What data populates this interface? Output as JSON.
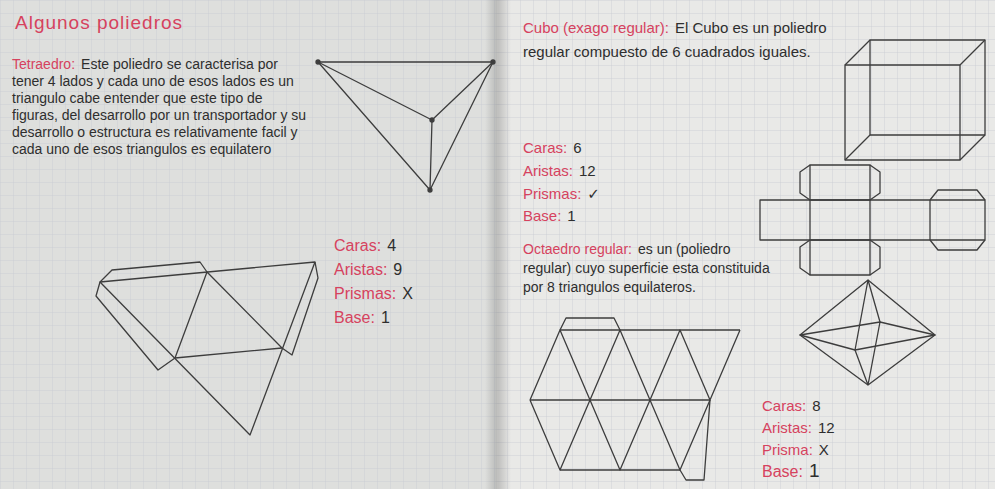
{
  "diagram": {
    "title": "Algunos poliedros",
    "labels": [
      "Tetraedro:",
      "Este poliedro se caracterisa por tener 4 lados y cada uno de esos lados es un triangulo cabe entender que este tipo de figuras, del desarrollo por un transportador y su desarrollo o estructura es relativamente facil y cada uno de esos triangulos es equilatero",
      "Caras:",
      "4",
      "Aristas:",
      "9",
      "Prismas:",
      "X",
      "Base:",
      "1",
      "Cubo (exago regular):",
      "El Cubo es un poliedro regular compuesto de 6 cuadrados iguales.",
      "Caras:",
      "6",
      "Aristas:",
      "12",
      "Prismas:",
      "✓",
      "Base:",
      "1",
      "Octaedro regular:",
      "es un (poliedro regular) cuyo superficie esta constituida por 8 triangulos equilateros.",
      "Caras:",
      "8",
      "Aristas:",
      "12",
      "Prisma:",
      "X",
      "Base:",
      "1"
    ]
  }
}
